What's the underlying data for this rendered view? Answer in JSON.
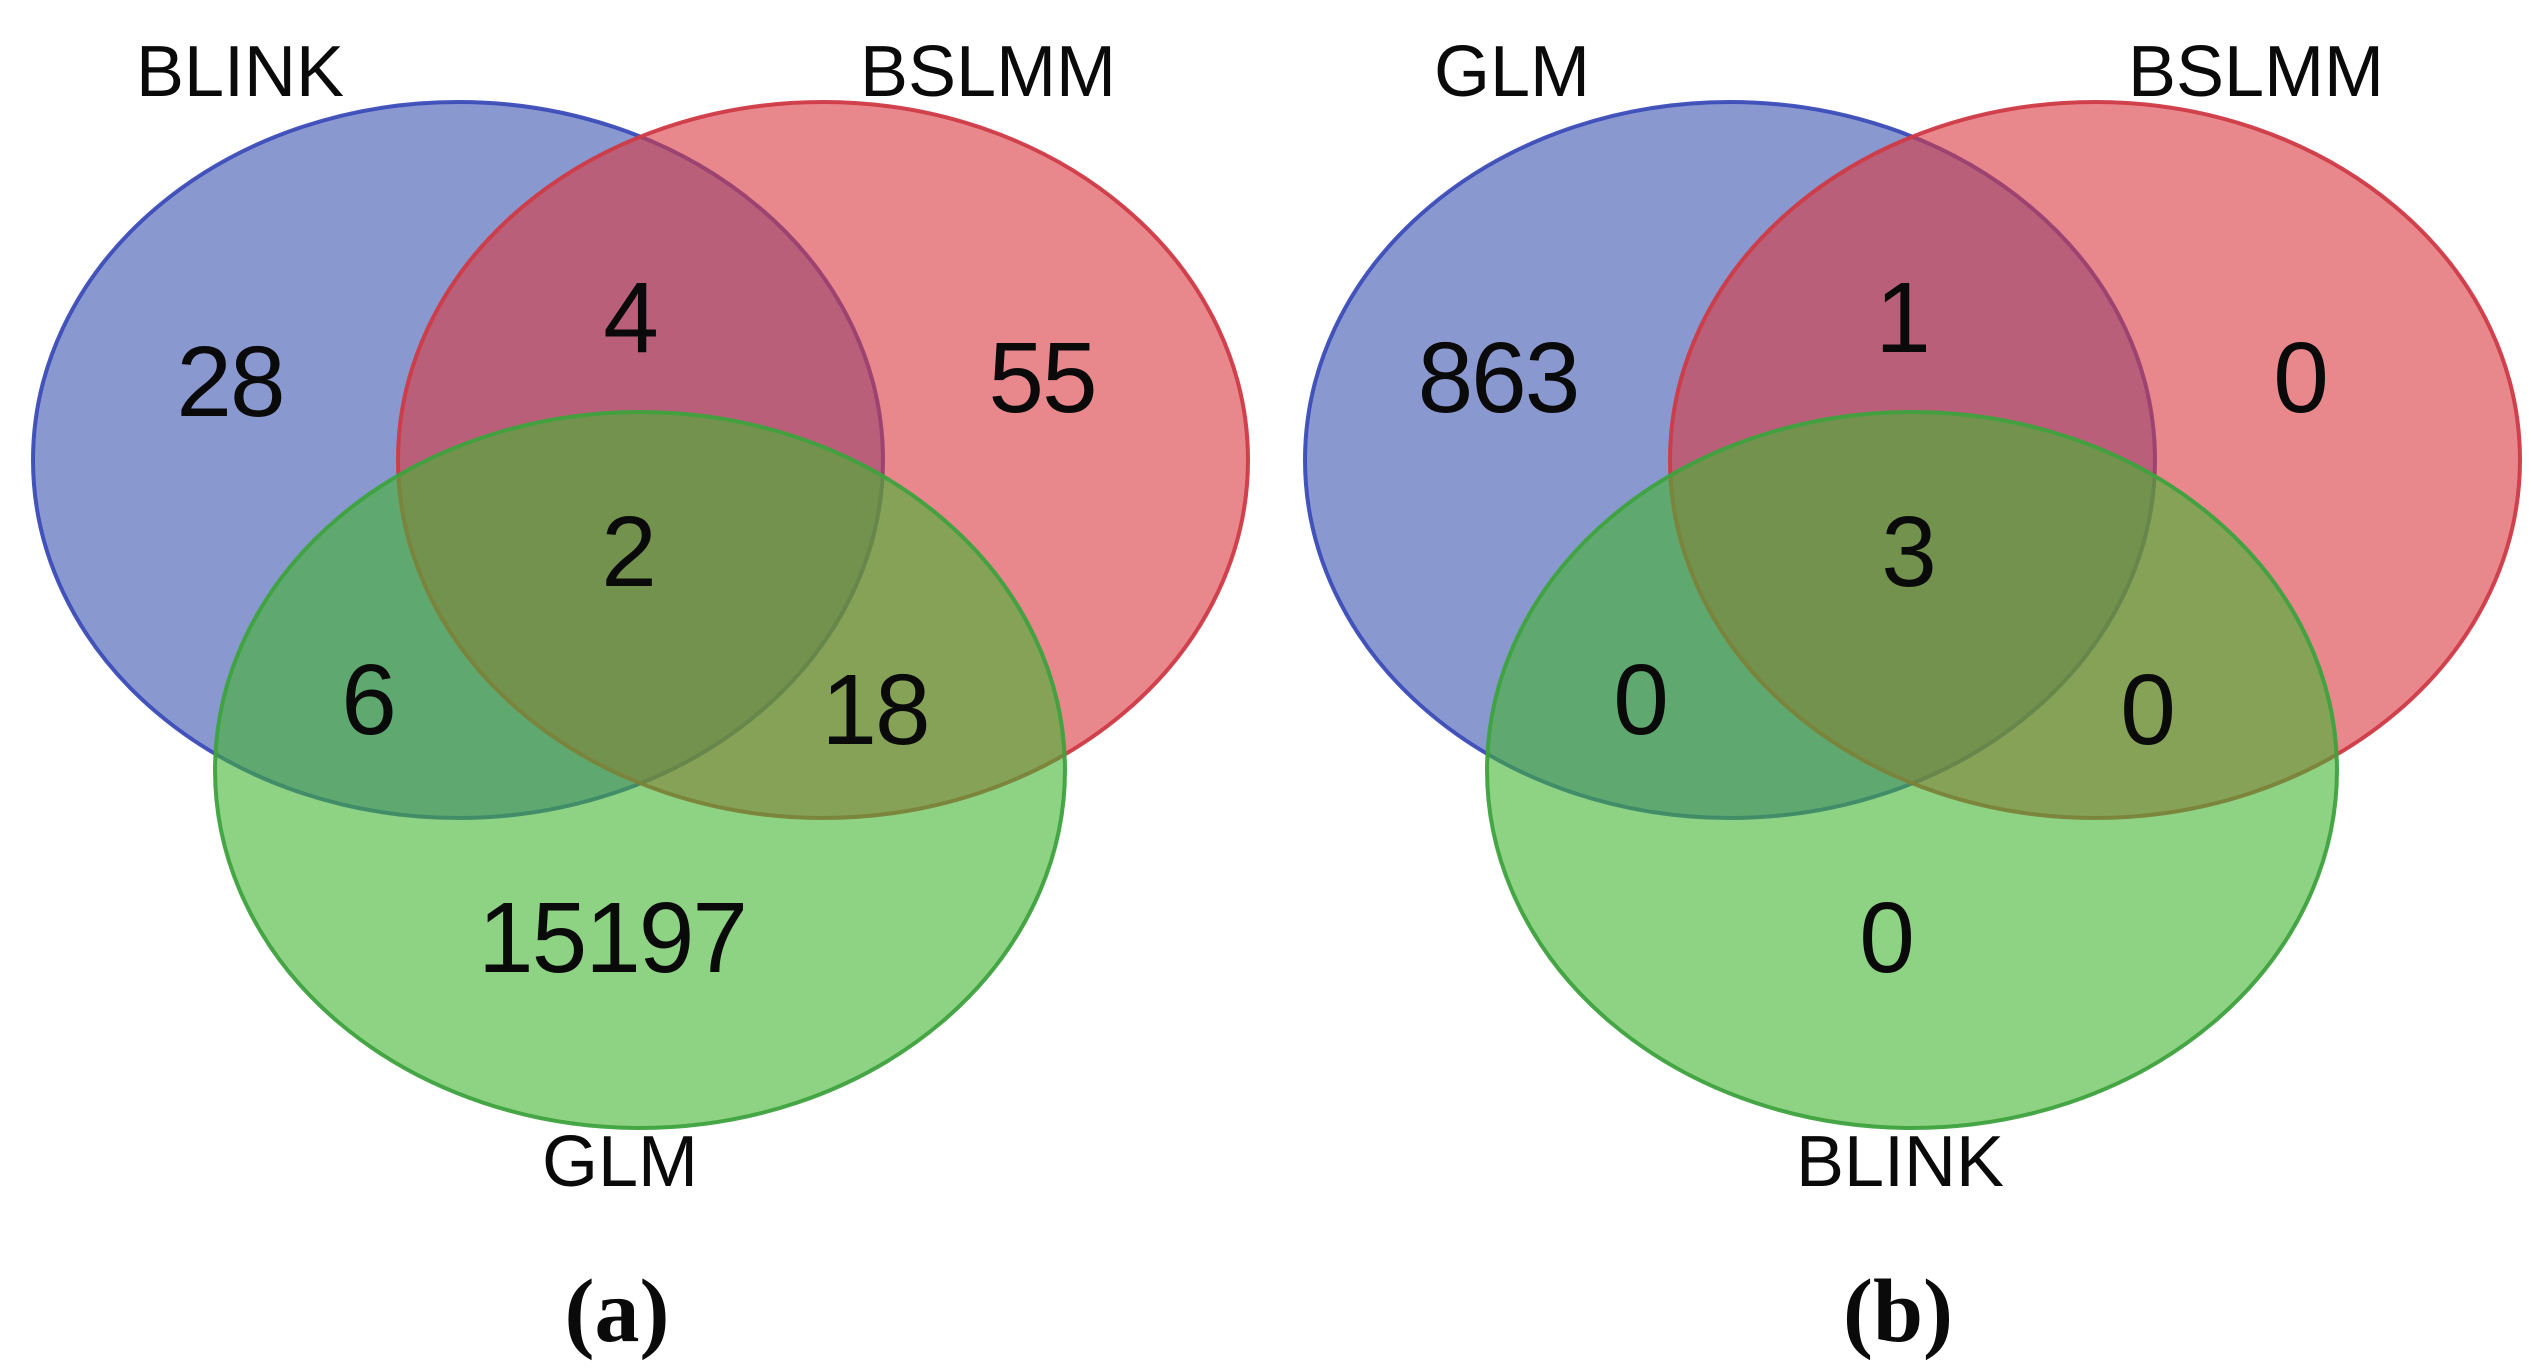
{
  "figure": {
    "background": "#ffffff",
    "text_color": "#0a0a0a",
    "colors": {
      "blue_fill": "#3C53B1",
      "blue_stroke": "#3B4CB8",
      "red_fill": "#D9383F",
      "red_stroke": "#CF3A46",
      "green_fill": "#43B432",
      "green_stroke": "#3EA23E",
      "blue_rendered": "#8A99D0",
      "red_rendered": "#E8888C",
      "green_rendered": "#8ED285"
    },
    "panels": [
      {
        "caption": "(a)",
        "set_top_left": "BLINK",
        "set_top_right": "BSLMM",
        "set_bottom": "GLM",
        "count_top_left_only": "28",
        "count_top_right_only": "55",
        "count_bottom_only": "15197",
        "count_top_pair": "4",
        "count_left_pair": "6",
        "count_right_pair": "18",
        "count_center": "2"
      },
      {
        "caption": "(b)",
        "set_top_left": "GLM",
        "set_top_right": "BSLMM",
        "set_bottom": "BLINK",
        "count_top_left_only": "863",
        "count_top_right_only": "0",
        "count_bottom_only": "0",
        "count_top_pair": "1",
        "count_left_pair": "0",
        "count_right_pair": "0",
        "count_center": "3"
      }
    ]
  },
  "chart_data": [
    {
      "type": "venn",
      "title": "(a)",
      "sets": [
        "BLINK",
        "BSLMM",
        "GLM"
      ],
      "set_positions": {
        "BLINK": "top-left",
        "BSLMM": "top-right",
        "GLM": "bottom"
      },
      "set_colors": {
        "BLINK": "#8A99D0",
        "BSLMM": "#E8888C",
        "GLM": "#8ED285"
      },
      "regions": {
        "BLINK_only": 28,
        "BSLMM_only": 55,
        "GLM_only": 15197,
        "BLINK_BSLMM": 4,
        "BLINK_GLM": 6,
        "BSLMM_GLM": 18,
        "BLINK_BSLMM_GLM": 2
      }
    },
    {
      "type": "venn",
      "title": "(b)",
      "sets": [
        "GLM",
        "BSLMM",
        "BLINK"
      ],
      "set_positions": {
        "GLM": "top-left",
        "BSLMM": "top-right",
        "BLINK": "bottom"
      },
      "set_colors": {
        "GLM": "#8A99D0",
        "BSLMM": "#E8888C",
        "BLINK": "#8ED285"
      },
      "regions": {
        "GLM_only": 863,
        "BSLMM_only": 0,
        "BLINK_only": 0,
        "GLM_BSLMM": 1,
        "GLM_BLINK": 0,
        "BSLMM_BLINK": 0,
        "GLM_BSLMM_BLINK": 3
      }
    }
  ]
}
